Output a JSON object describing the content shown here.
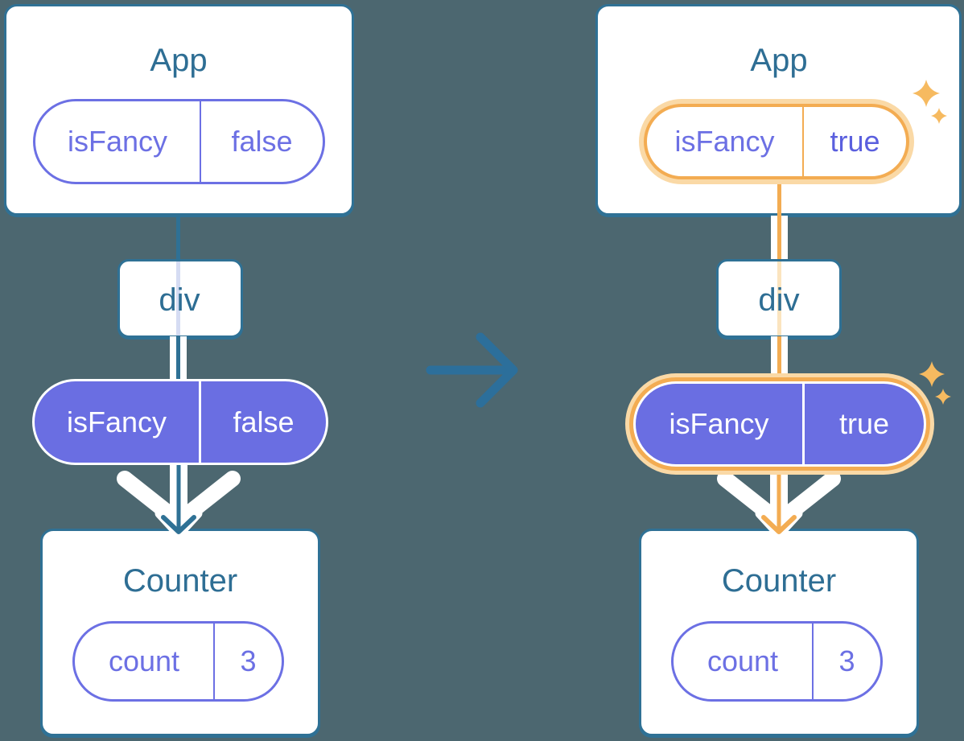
{
  "panels": {
    "before": {
      "app": {
        "title": "App",
        "prop": {
          "name": "isFancy",
          "value": "false"
        }
      },
      "container": {
        "title": "div"
      },
      "passed_prop": {
        "name": "isFancy",
        "value": "false"
      },
      "counter": {
        "title": "Counter",
        "state": {
          "name": "count",
          "value": "3"
        }
      }
    },
    "after": {
      "app": {
        "title": "App",
        "prop": {
          "name": "isFancy",
          "value": "true"
        }
      },
      "container": {
        "title": "div"
      },
      "passed_prop": {
        "name": "isFancy",
        "value": "true"
      },
      "counter": {
        "title": "Counter",
        "state": {
          "name": "count",
          "value": "3"
        }
      }
    }
  },
  "colors": {
    "background": "#4C6770",
    "card_border": "#2F7195",
    "title_text": "#2E6E94",
    "purple": "#6C70E4",
    "purple_fill": "#6A6EE2",
    "purple_bold": "#5A5FDE",
    "orange": "#F3AC52",
    "orange_glow": "#FAD9A6",
    "teal_line": "#2F7195",
    "arrow_blue": "#2C6F9B",
    "lavender_line": "#D5DCF3",
    "peach_line": "#FBE4BF",
    "sparkle": "#F6BA60"
  }
}
